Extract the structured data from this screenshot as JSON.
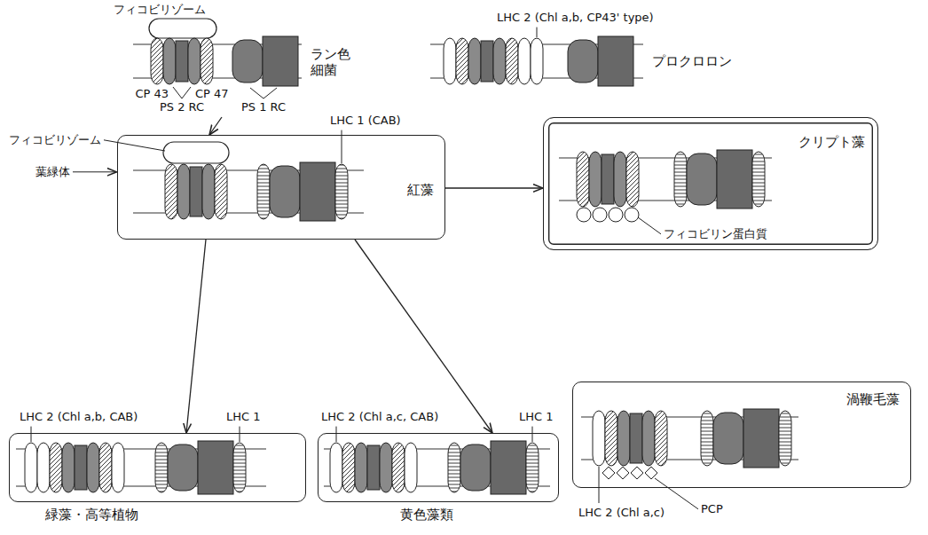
{
  "diagram": {
    "nodes": [
      {
        "text": [
          "ラン色細菌"
        ]
      },
      {
        "text": [
          "プロクロロン"
        ]
      },
      {
        "text": [
          "紅藻"
        ]
      },
      {
        "text": [
          "クリプト藻"
        ]
      },
      {
        "text": [
          "緑藻・高等植物"
        ]
      },
      {
        "text": [
          "黄色藻類"
        ]
      },
      {
        "text": [
          "渦鞭毛藻"
        ]
      }
    ],
    "edges": [
      {
        "from": 0,
        "to": 2,
        "arrow": "to"
      },
      {
        "from": 2,
        "to": 3,
        "arrow": "to"
      },
      {
        "from": 2,
        "to": 4,
        "arrow": "to"
      },
      {
        "from": 2,
        "to": 5,
        "arrow": "to"
      }
    ],
    "labels": [
      "フィコビリゾーム",
      "CP 43",
      "CP 47",
      "PS 2 RC",
      "PS 1 RC",
      "LHC 2 (Chl a,b, CP43' type)",
      "フィコビリゾーム",
      "葉緑体",
      "LHC 1 (CAB)",
      "フィコビリン蛋白質",
      "LHC 2 (Chl a,b, CAB)",
      "LHC 1",
      "LHC 2 (Chl a,c, CAB)",
      "LHC 1",
      "LHC 2 (Chl a,c)",
      "PCP"
    ]
  }
}
